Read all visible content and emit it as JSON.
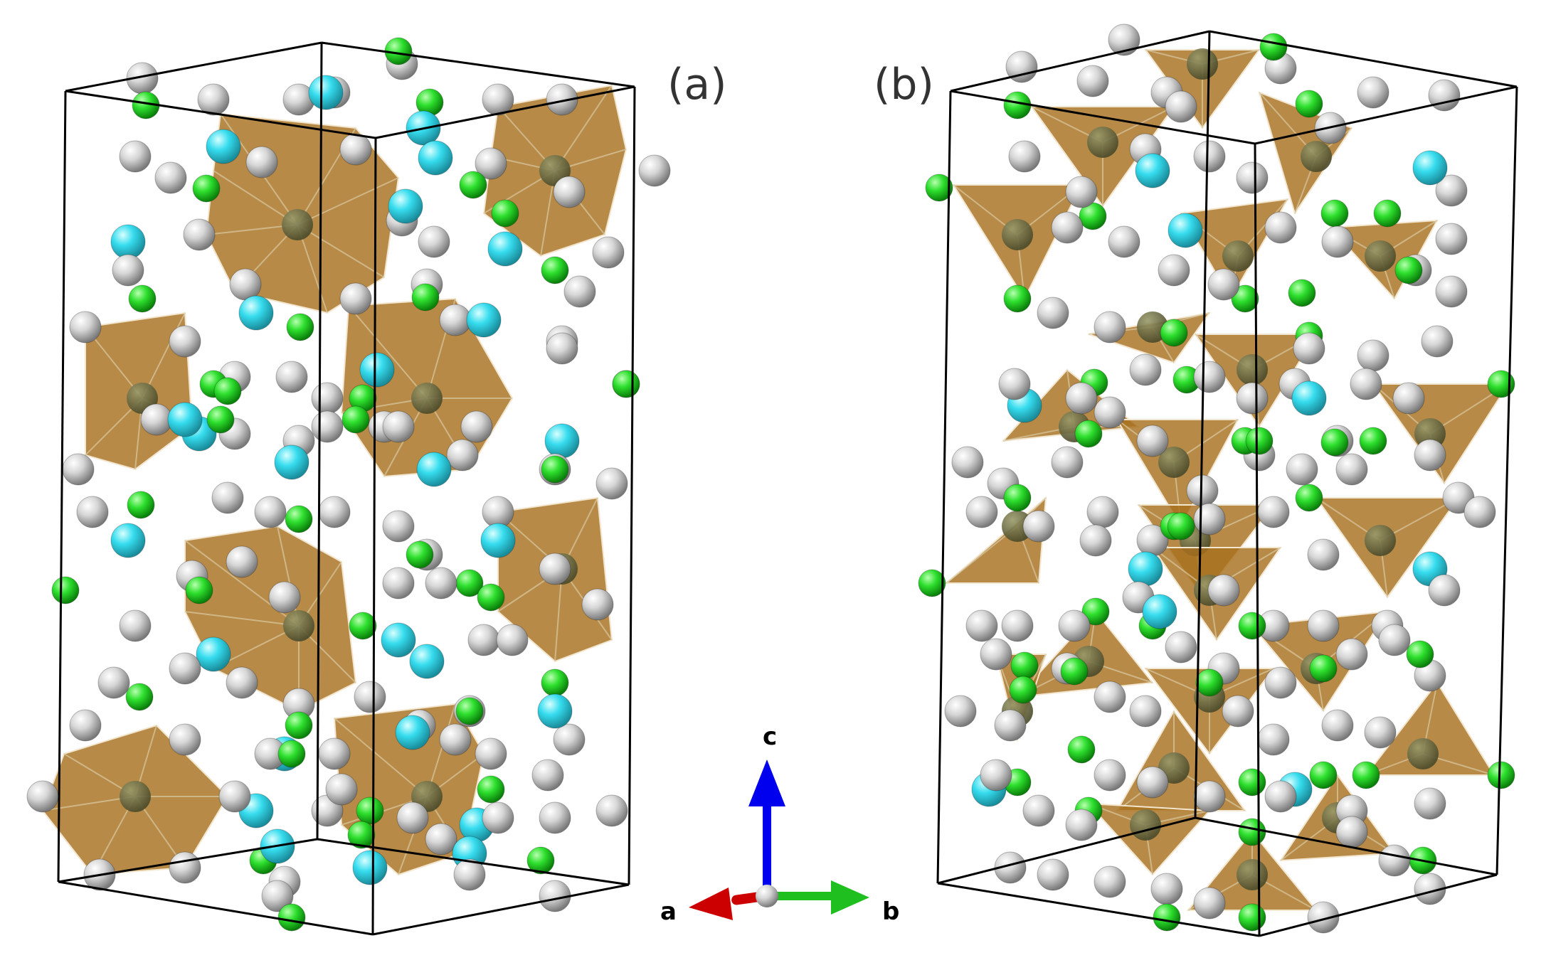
{
  "panels": [
    {
      "label": "(a)",
      "polyhedron_type": "octahedra"
    },
    {
      "label": "(b)",
      "polyhedron_type": "tetrahedra"
    }
  ],
  "axes": {
    "a": "a",
    "b": "b",
    "c": "c"
  },
  "colors": {
    "cell_edge": "#000000",
    "polyhedron_fill": "#a8701e",
    "polyhedron_edge": "#f2e6cf",
    "atom_grey": "#c8c8c8",
    "atom_green": "#22dd22",
    "atom_cyan": "#33dded",
    "atom_center": "#6f6a3e",
    "axis_a": "#cc0000",
    "axis_b": "#1fbf1f",
    "axis_c": "#0000ee"
  }
}
